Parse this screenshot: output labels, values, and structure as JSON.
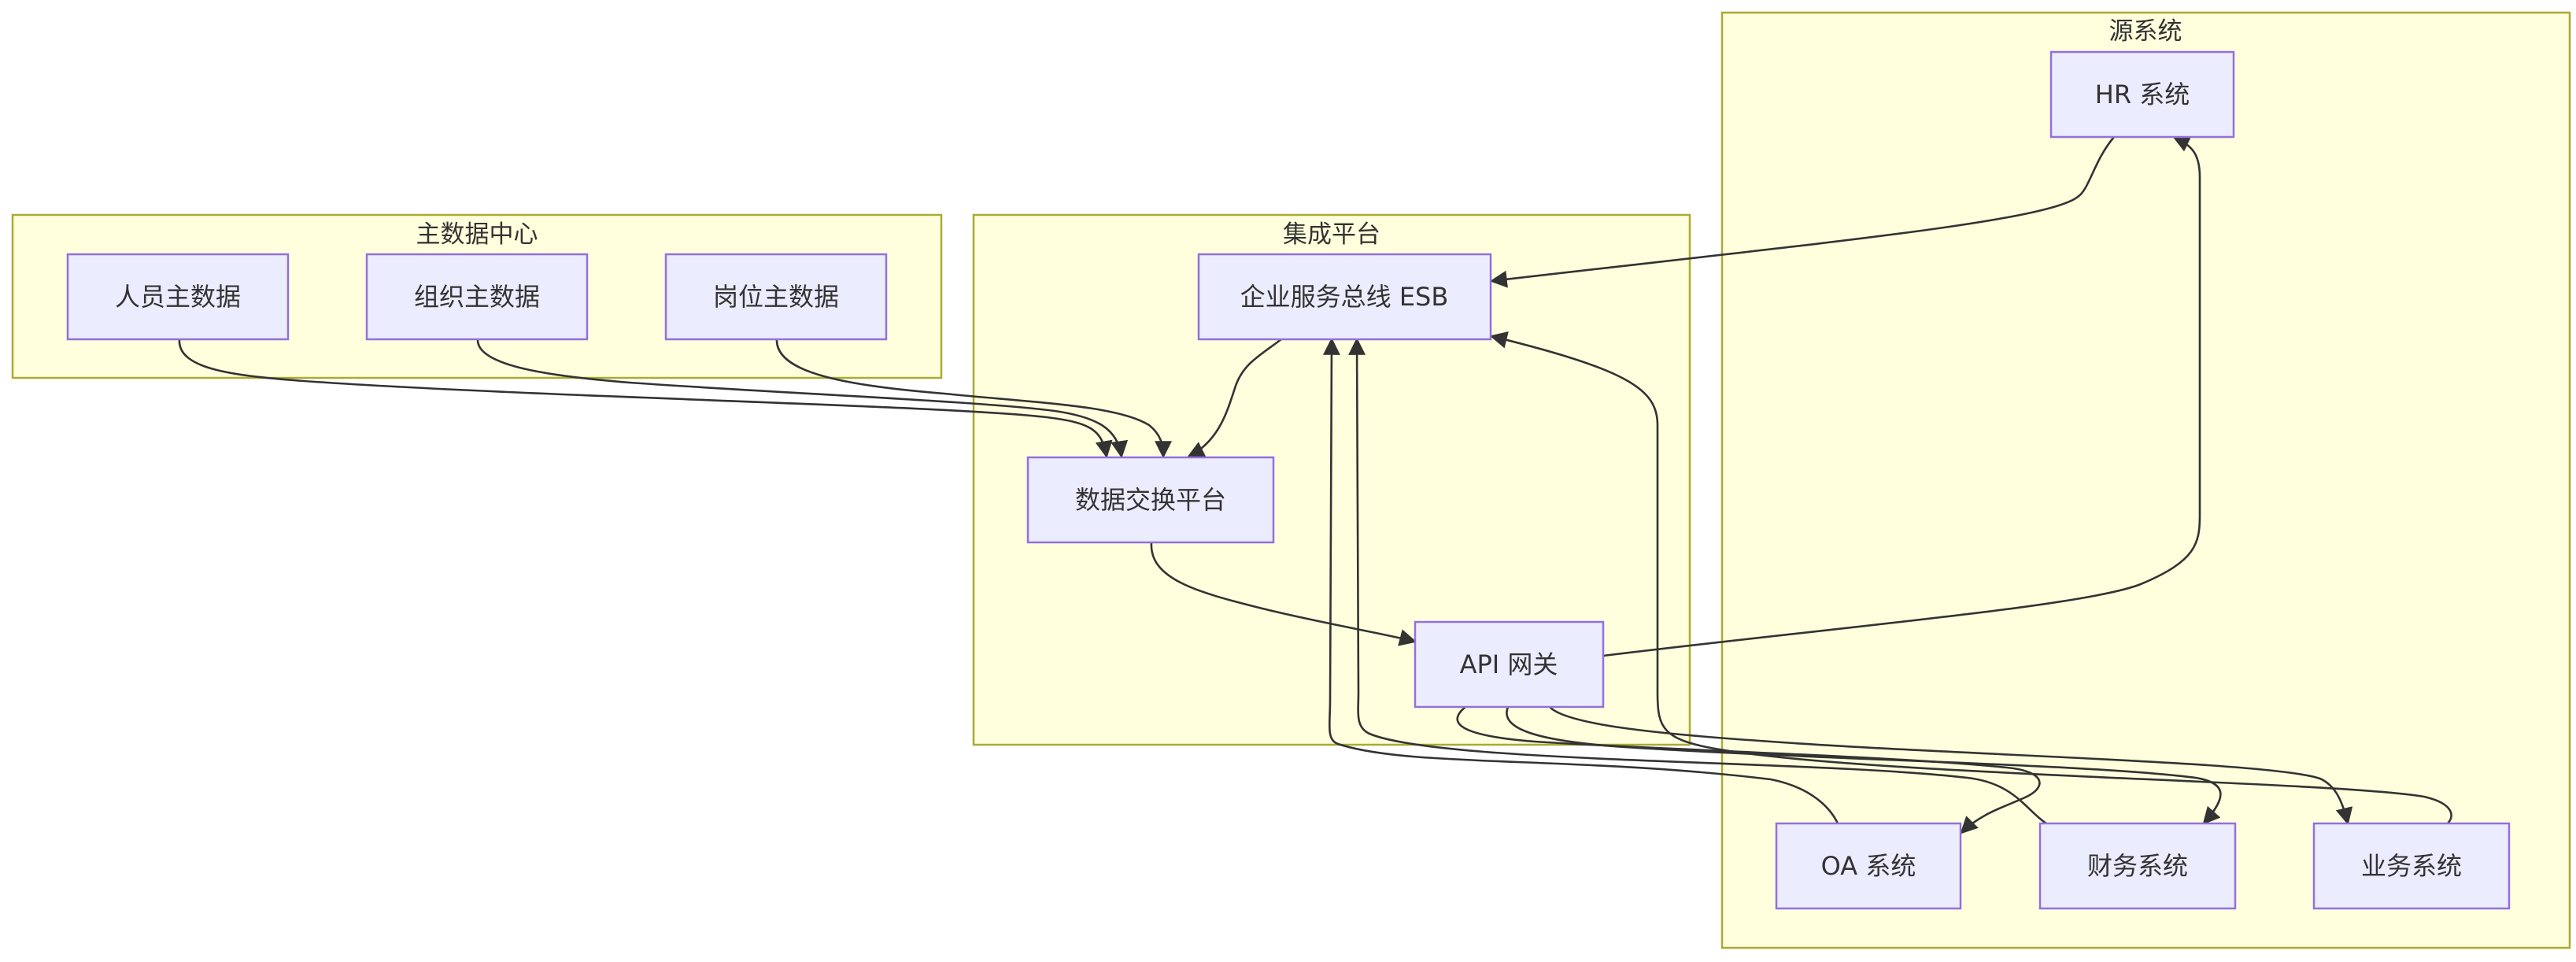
{
  "clusters": {
    "source": "源系统",
    "master": "主数据中心",
    "integration": "集成平台"
  },
  "nodes": {
    "hr": "HR 系统",
    "oa": "OA 系统",
    "finance": "财务系统",
    "business": "业务系统",
    "person": "人员主数据",
    "org": "组织主数据",
    "position": "岗位主数据",
    "esb": "企业服务总线 ESB",
    "exchange": "数据交换平台",
    "gateway": "API 网关"
  },
  "edges": [
    {
      "from": "hr",
      "to": "esb"
    },
    {
      "from": "oa",
      "to": "esb"
    },
    {
      "from": "finance",
      "to": "esb"
    },
    {
      "from": "business",
      "to": "esb"
    },
    {
      "from": "person",
      "to": "exchange"
    },
    {
      "from": "org",
      "to": "exchange"
    },
    {
      "from": "position",
      "to": "exchange"
    },
    {
      "from": "esb",
      "to": "exchange"
    },
    {
      "from": "exchange",
      "to": "gateway"
    },
    {
      "from": "gateway",
      "to": "hr"
    },
    {
      "from": "gateway",
      "to": "oa"
    },
    {
      "from": "gateway",
      "to": "finance"
    },
    {
      "from": "gateway",
      "to": "business"
    }
  ]
}
